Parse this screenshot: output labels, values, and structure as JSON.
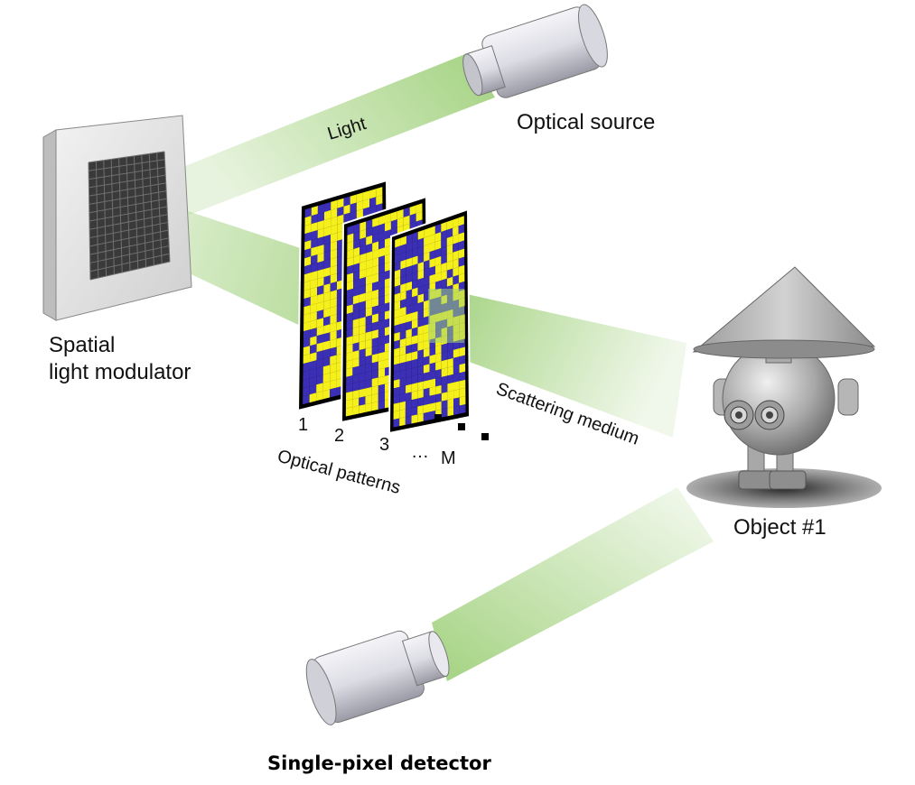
{
  "labels": {
    "optical_source": "Optical source",
    "light": "Light",
    "spatial_light_modulator_line1": "Spatial",
    "spatial_light_modulator_line2": "light modulator",
    "scattering_medium": "Scattering medium",
    "object": "Object #1",
    "single_pixel_detector": "Single-pixel detector",
    "optical_patterns": "Optical patterns",
    "pattern_indices": [
      "1",
      "2",
      "3",
      "M"
    ],
    "ellipsis": "…"
  },
  "colors": {
    "beam": "#9fd07a",
    "pattern_yellow": "#f5ef1c",
    "pattern_blue": "#3b2fb5",
    "metal": "#c9c9cc"
  }
}
